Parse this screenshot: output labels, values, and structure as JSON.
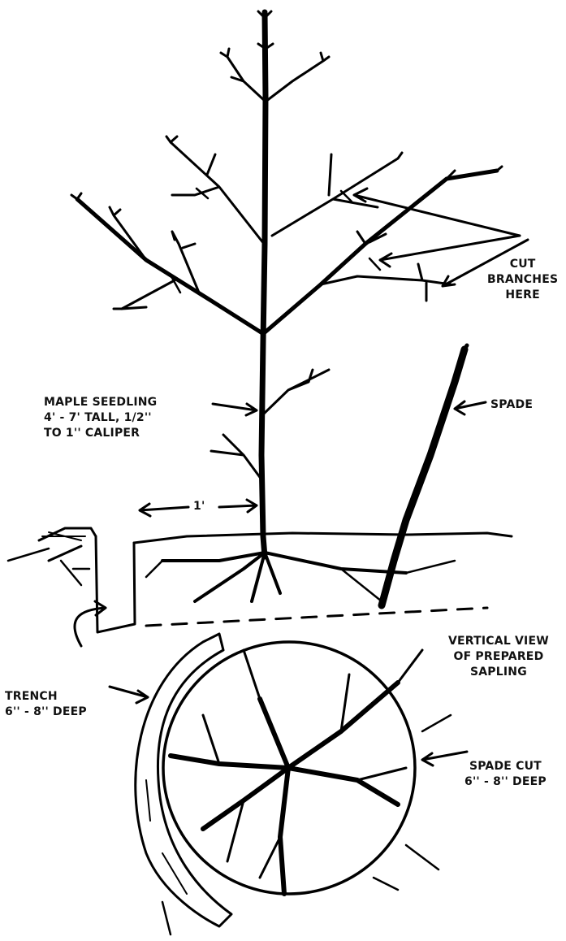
{
  "labels": {
    "cut_branches": "CUT\nBRANCHES\nHERE",
    "spade": "SPADE",
    "maple_seedling": "MAPLE SEEDLING\n4' - 7' TALL, 1/2''\nTO 1'' CALIPER",
    "distance": "1'",
    "vertical_view": "VERTICAL VIEW\nOF PREPARED\nSAPLING",
    "trench": "TRENCH\n6'' - 8'' DEEP",
    "spade_cut": "SPADE CUT\n6'' - 8'' DEEP"
  }
}
